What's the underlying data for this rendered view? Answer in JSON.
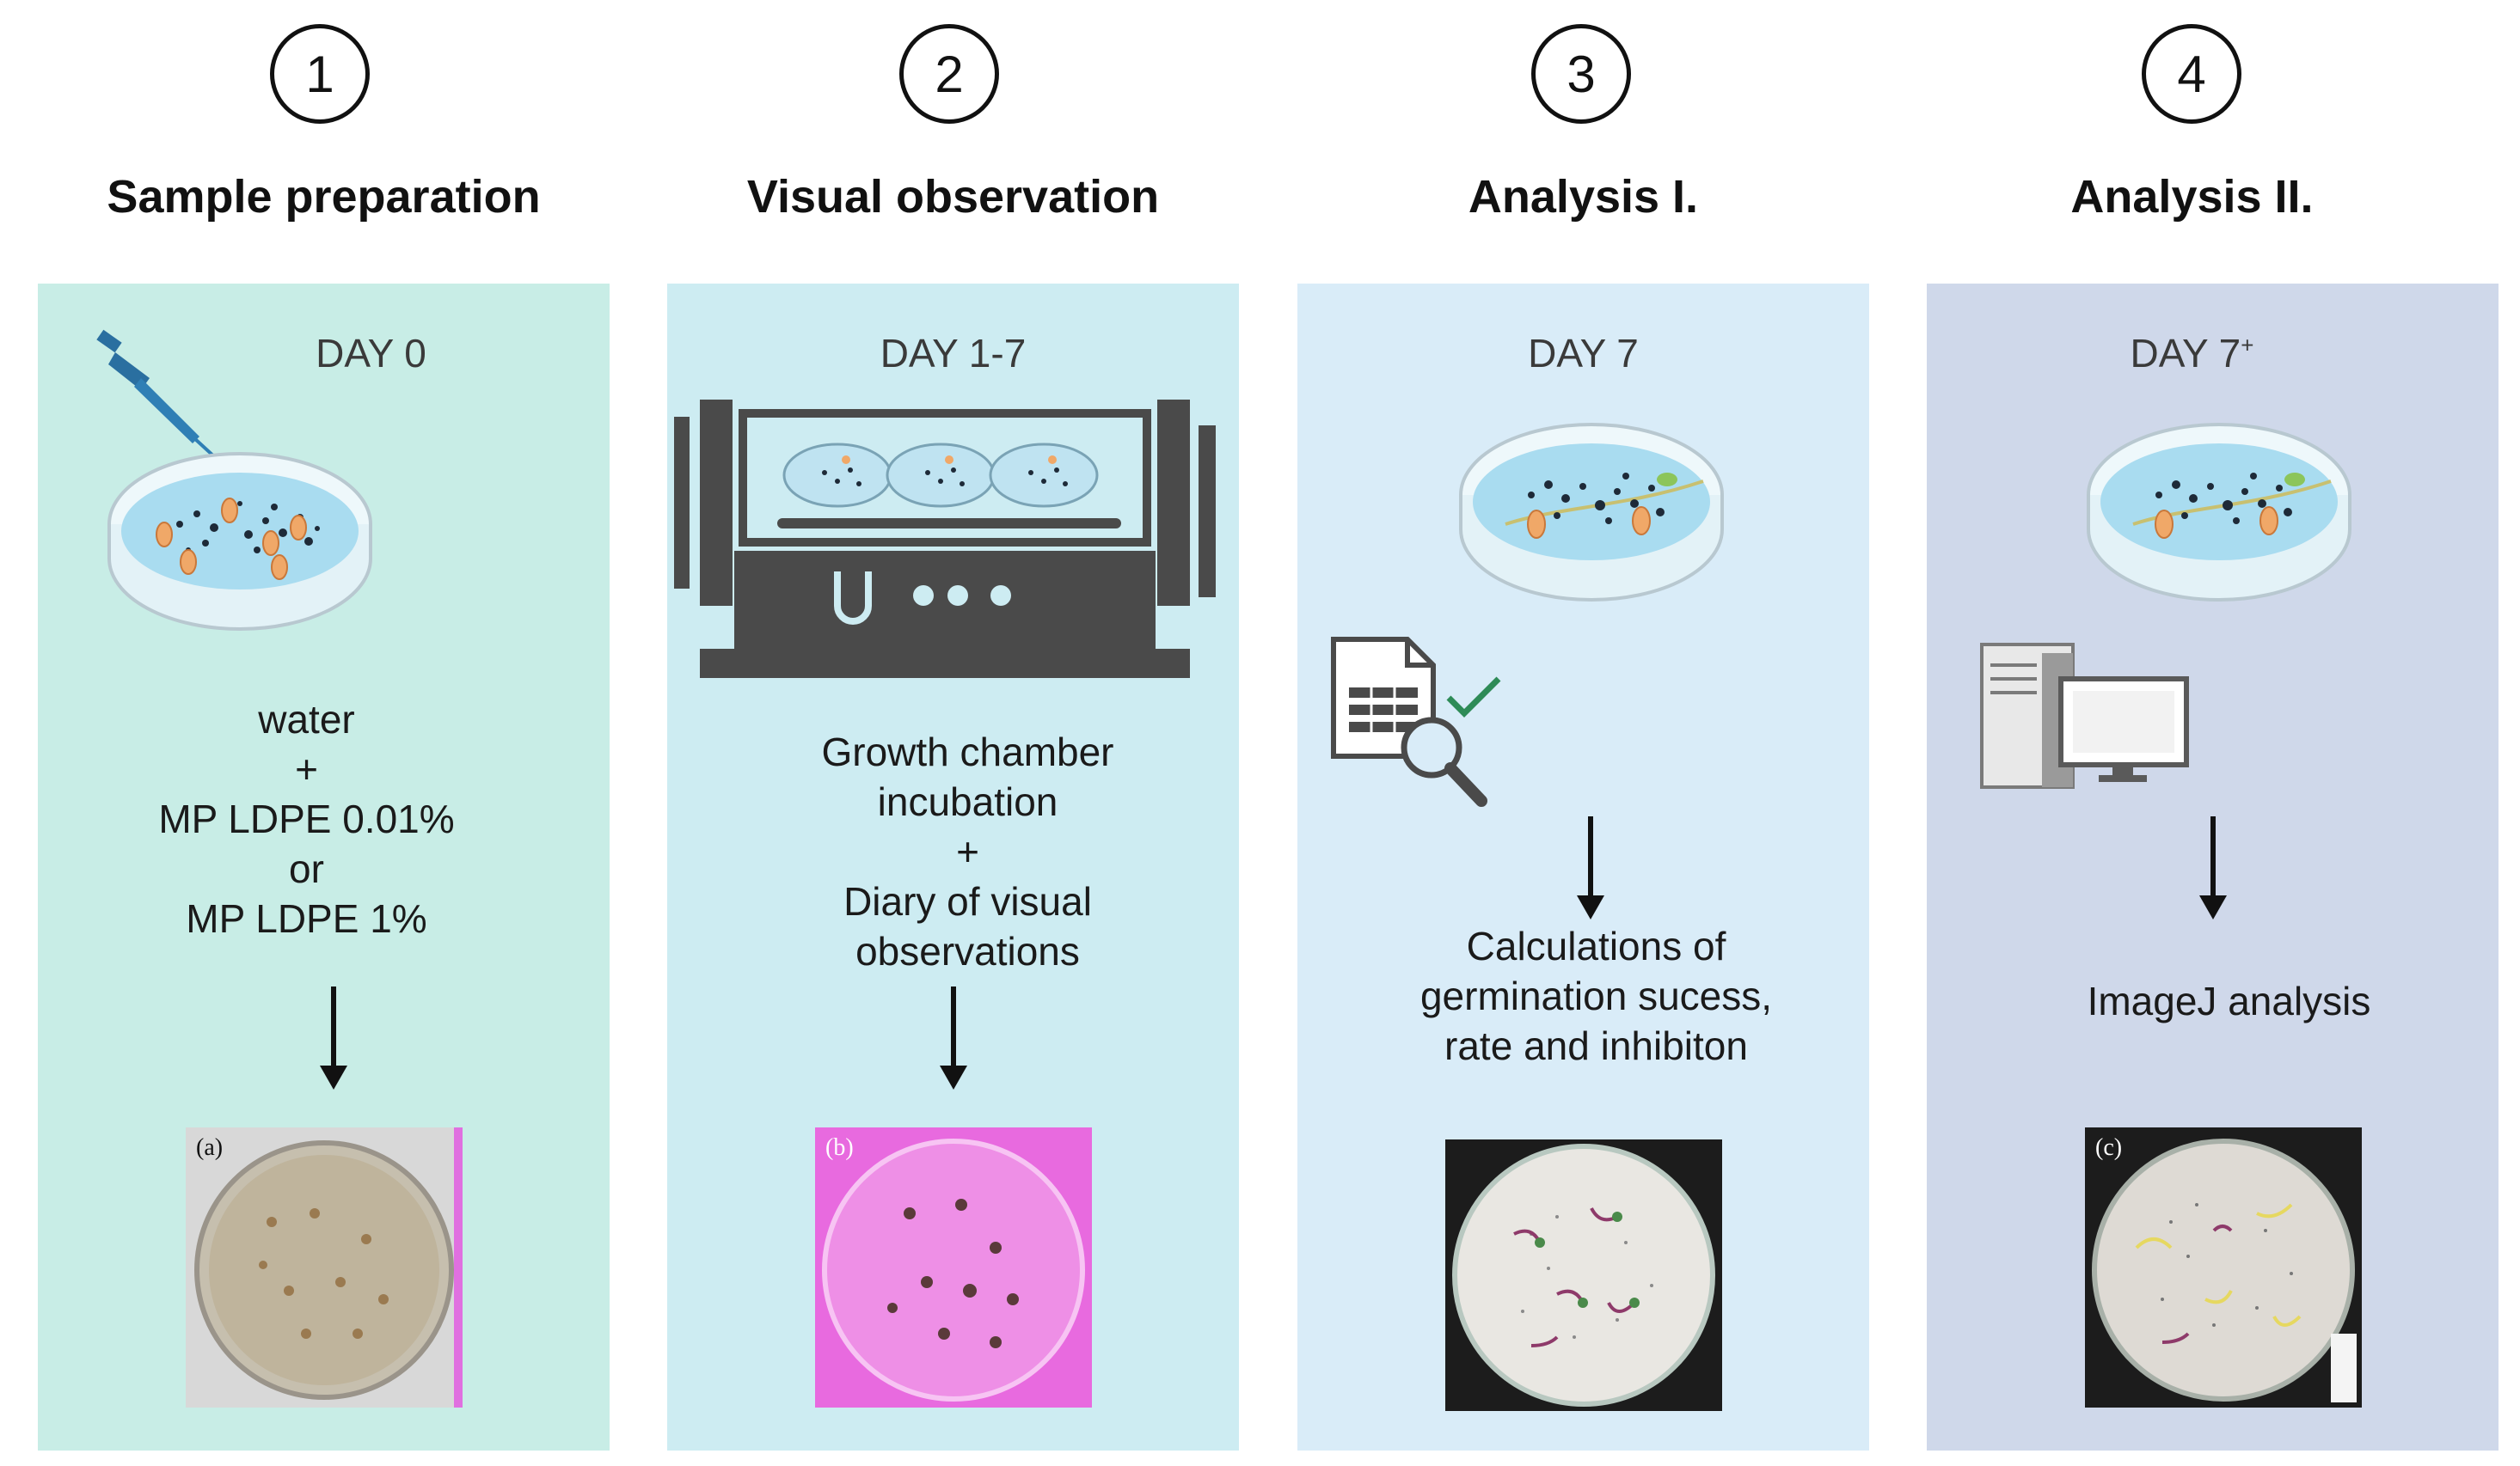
{
  "steps": [
    {
      "number": "1",
      "title": "Sample preparation",
      "day": "DAY 0",
      "day_sup": "",
      "text_lines": [
        "water",
        "+",
        "MP LDPE 0.01%",
        "or",
        "MP LDPE 1%"
      ],
      "photo_label": "(a)",
      "panel_color": "#c8ede6"
    },
    {
      "number": "2",
      "title": "Visual observation",
      "day": "DAY 1-7",
      "day_sup": "",
      "text_lines": [
        "Growth chamber",
        "incubation",
        "+",
        "Diary of visual",
        "observations"
      ],
      "photo_label": "(b)",
      "panel_color": "#cdecf2"
    },
    {
      "number": "3",
      "title": "Analysis I.",
      "day": "DAY 7",
      "day_sup": "",
      "text_lines": [
        "Calculations of",
        "germination sucess,",
        "rate and inhibiton"
      ],
      "photo_label": "",
      "panel_color": "#d9ecf8"
    },
    {
      "number": "4",
      "title": "Analysis II.",
      "day": "DAY 7",
      "day_sup": "+",
      "text_lines": [
        "ImageJ analysis"
      ],
      "photo_label": "(c)",
      "panel_color": "#cfd8ea"
    }
  ],
  "colors": {
    "seed": "#f0a868",
    "particle": "#1e2a38",
    "dish_water": "#a9dcf0",
    "instrument": "#4a4a4a",
    "pipette": "#2a6fa0",
    "check": "#2e8b57"
  },
  "icons": [
    "pipette-icon",
    "petri-dish-icon",
    "growth-chamber-icon",
    "spreadsheet-magnifier-icon",
    "checkmark-icon",
    "computer-icon"
  ]
}
